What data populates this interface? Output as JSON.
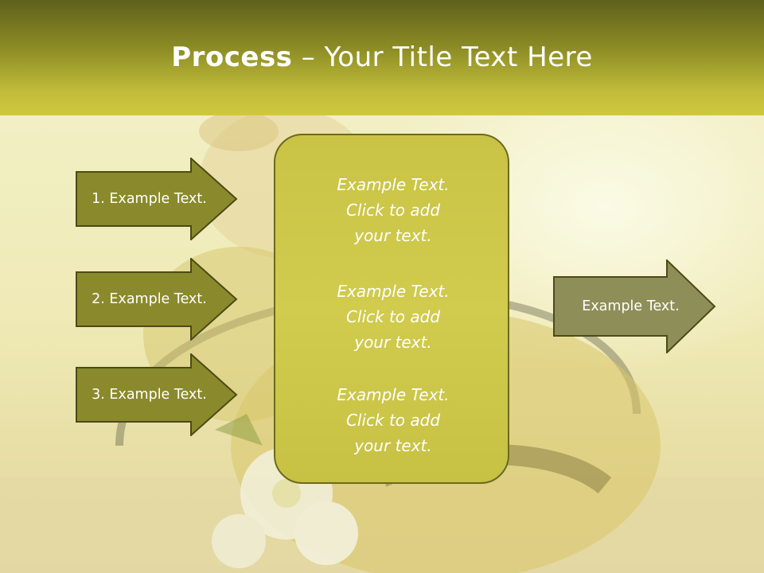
{
  "title": {
    "bold": "Process",
    "rest": " – Your Title Text Here"
  },
  "left_arrows": [
    {
      "label": "1. Example Text."
    },
    {
      "label": "2. Example Text."
    },
    {
      "label": "3. Example Text."
    }
  ],
  "center_blocks": [
    {
      "line1": "Example Text.",
      "line2": "Click  to add",
      "line3": "your text."
    },
    {
      "line1": "Example Text.",
      "line2": "Click  to add",
      "line3": "your text."
    },
    {
      "line1": "Example Text.",
      "line2": "Click  to add",
      "line3": "your text."
    }
  ],
  "right_arrow": {
    "label": "Example Text."
  },
  "colors": {
    "header_dark": "#5f611c",
    "header_light": "#cfc83f",
    "arrow_fill": "#8a8a2c",
    "center_fill": "#cdc74a",
    "right_arrow_fill": "#8e8f58"
  }
}
